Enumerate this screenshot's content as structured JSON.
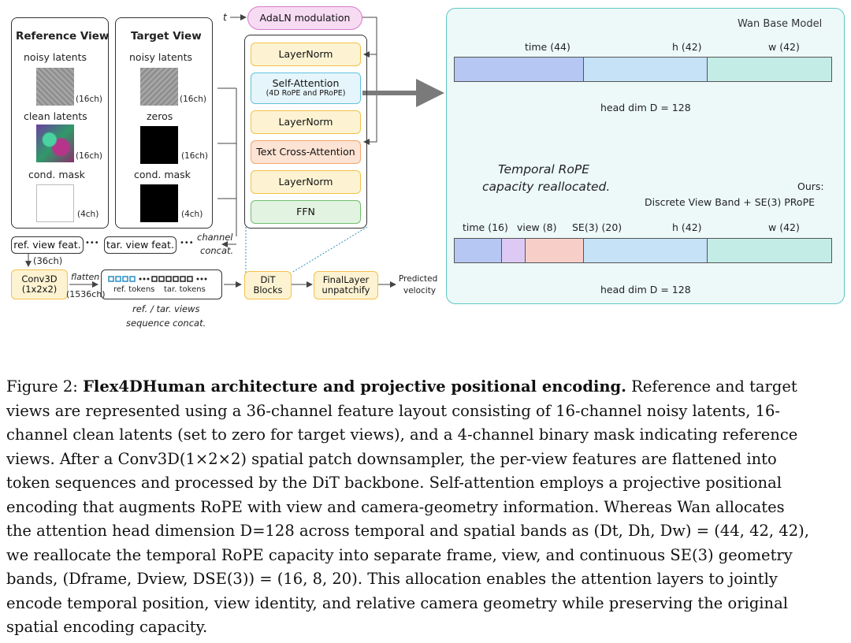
{
  "diagram": {
    "t_label": "t",
    "adaln": "AdaLN modulation",
    "reference_view": {
      "title": "Reference View",
      "noisy": "noisy latents",
      "noisy_ch": "(16ch)",
      "clean": "clean latents",
      "clean_ch": "(16ch)",
      "mask": "cond. mask",
      "mask_ch": "(4ch)"
    },
    "target_view": {
      "title": "Target View",
      "noisy": "noisy latents",
      "noisy_ch": "(16ch)",
      "zeros": "zeros",
      "zeros_ch": "(16ch)",
      "mask": "cond. mask",
      "mask_ch": "(4ch)"
    },
    "blocks": {
      "layernorm1": "LayerNorm",
      "self_attention": "Self-Attention",
      "self_attention_sub": "(4D RoPE and PRoPE)",
      "layernorm2": "LayerNorm",
      "text_cross": "Text Cross-Attention",
      "layernorm3": "LayerNorm",
      "ffn": "FFN"
    },
    "ref_feat": "ref. view feat.",
    "tar_feat": "tar. view feat.",
    "dots": "•••",
    "channel_concat": [
      "channel",
      "concat."
    ],
    "ch36": "(36ch)",
    "conv3d": [
      "Conv3D",
      "(1x2x2)"
    ],
    "flatten": "flatten",
    "ch1536": "(1536ch)",
    "ref_tokens": "ref. tokens",
    "tar_tokens": "tar. tokens",
    "seq_concat": [
      "ref. / tar. views",
      "sequence concat."
    ],
    "dit": [
      "DiT",
      "Blocks"
    ],
    "final": [
      "FinalLayer",
      "unpatchify"
    ],
    "predicted": [
      "Predicted",
      "velocity"
    ],
    "wan_title": "Wan Base Model",
    "top_bands": [
      {
        "label": "time (44)",
        "value": 44,
        "color": "#b5c7f2"
      },
      {
        "label": "h (42)",
        "value": 42,
        "color": "#c5e2f7"
      },
      {
        "label": "w (42)",
        "value": 42,
        "color": "#c4ece6"
      }
    ],
    "head_dim_top": "head dim D = 128",
    "temporal_note": [
      "Temporal RoPE",
      "capacity reallocated."
    ],
    "ours": [
      "Ours:",
      "Discrete View Band + SE(3) PRoPE"
    ],
    "bottom_bands": [
      {
        "label": "time (16)",
        "value": 16,
        "color": "#b5c7f2"
      },
      {
        "label": "view (8)",
        "value": 8,
        "color": "#dccaf5"
      },
      {
        "label": "SE(3) (20)",
        "value": 20,
        "color": "#f8cfc8"
      },
      {
        "label": "h (42)",
        "value": 42,
        "color": "#c5e2f7"
      },
      {
        "label": "w (42)",
        "value": 42,
        "color": "#c4ece6"
      }
    ],
    "head_dim_bottom": "head dim D = 128"
  },
  "caption": {
    "label": "Figure 2:",
    "title": "Flex4DHuman architecture and projective positional encoding.",
    "lines": [
      "Reference and target",
      "views are represented using a 36-channel feature layout consisting of 16-channel noisy latents, 16-",
      "channel clean latents (set to zero for target views), and a 4-channel binary mask indicating reference",
      "views. After a Conv3D(1×2×2) spatial patch downsampler, the per-view features are flattened into",
      "token sequences and processed by the DiT backbone. Self-attention employs a projective positional",
      "encoding that augments RoPE with view and camera-geometry information. Whereas Wan allocates",
      "the attention head dimension D=128 across temporal and spatial bands as (Dt, Dh, Dw) = (44, 42, 42),",
      "we reallocate the temporal RoPE capacity into separate frame, view, and continuous SE(3) geometry",
      "bands, (Dframe, Dview, DSE(3)) = (16, 8, 20).  This allocation enables the attention layers to jointly",
      "encode temporal position, view identity, and relative camera geometry while preserving the original",
      "spatial encoding capacity."
    ]
  },
  "colors": {
    "yellow_fill": "#fdf3d2",
    "yellow_border": "#f2c24a",
    "blue_fill": "#e6f5fb",
    "blue_border": "#5fc2e0",
    "orange_fill": "#fde3d3",
    "orange_border": "#f2a66e",
    "green_fill": "#e3f3e1",
    "green_border": "#6fbf6f",
    "pink_fill": "#f7dbf3",
    "pink_border": "#d879cc",
    "teal_border": "#5fc8c4"
  }
}
